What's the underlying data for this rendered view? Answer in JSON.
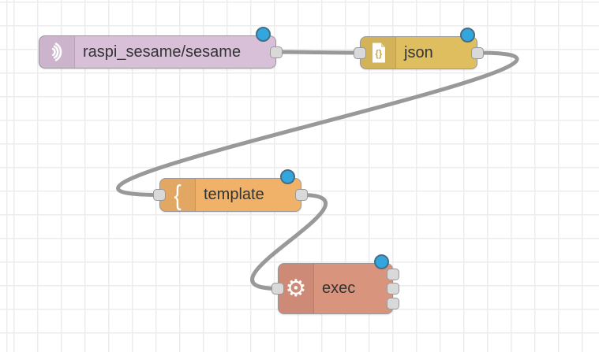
{
  "colors": {
    "canvas_background": "#ffffff",
    "grid_line": "#ececec",
    "wire": "#999999",
    "node_border": "#999999",
    "port_fill": "#d9d9d9",
    "port_border": "#999999",
    "label_text": "#333333",
    "changed_badge_fill": "#33a7dd",
    "changed_badge_border": "#456e84",
    "mqtt_node": "#d8c0d8",
    "json_node": "#dfbe5f",
    "template_node": "#f0b168",
    "exec_node": "#d9947e"
  },
  "nodes": [
    {
      "label": "raspi_sesame/sesame",
      "type": "mqtt in",
      "icon": "broadcast-icon",
      "status": "changed"
    },
    {
      "label": "json",
      "type": "json",
      "icon": "json-file-icon",
      "icon_glyph": "{}",
      "status": "changed"
    },
    {
      "label": "template",
      "type": "template",
      "icon": "curly-brace-icon",
      "icon_glyph": "{",
      "status": "changed"
    },
    {
      "label": "exec",
      "type": "exec",
      "icon": "gear-icon",
      "icon_glyph": "⚙",
      "status": "changed"
    }
  ],
  "wires": [
    {
      "from": "raspi_sesame/sesame",
      "to": "json"
    },
    {
      "from": "json",
      "to": "template"
    },
    {
      "from": "template",
      "to": "exec"
    }
  ]
}
